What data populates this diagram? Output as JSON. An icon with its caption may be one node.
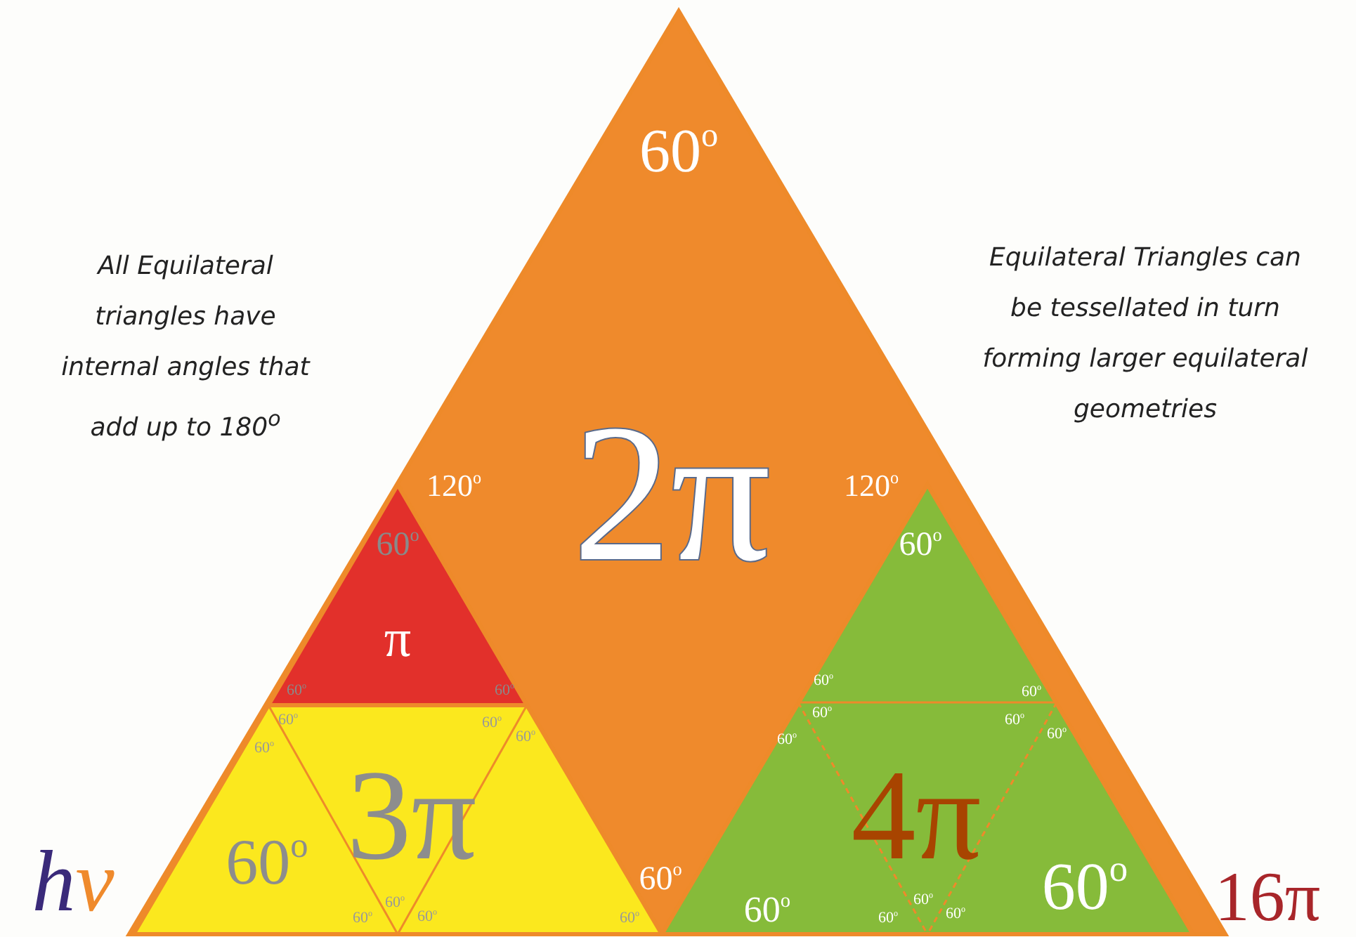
{
  "diagram": {
    "nodes": [
      {
        "text": [
          "60$^{o}$",
          "120$^{o}$",
          "2π",
          "120$^{o}$",
          "60$^{o}$"
        ]
      },
      {
        "text": [
          "60$^{o}$",
          "π",
          "60$^{o}$",
          "60$^{o}$"
        ],
        "in": 0
      },
      {
        "text": [
          "60$^{o}$",
          "60$^{o}$",
          "60$^{o}$",
          "60$^{o}$",
          "3π",
          "60$^{o}$",
          "60$^{o}$",
          "60$^{o}$",
          "60$^{o}$",
          "60$^{o}$"
        ],
        "in": 0
      },
      {
        "text": [
          "60$^{o}$",
          "60$^{o}$",
          "60$^{o}$",
          "60$^{o}$",
          "60$^{o}$",
          "60$^{o}$",
          "60$^{o}$",
          "4π",
          "60$^{o}$",
          "60$^{o}$",
          "60$^{o}$",
          "60$^{o}$",
          "60$^{o}$"
        ],
        "in": 0
      }
    ],
    "labels": [
      "All Equilateral triangles have internal angles that add up to 180$^{o}$",
      "Equilateral Triangles can be tessellated in turn forming larger equilateral geometries",
      "hv",
      "16π"
    ]
  }
}
